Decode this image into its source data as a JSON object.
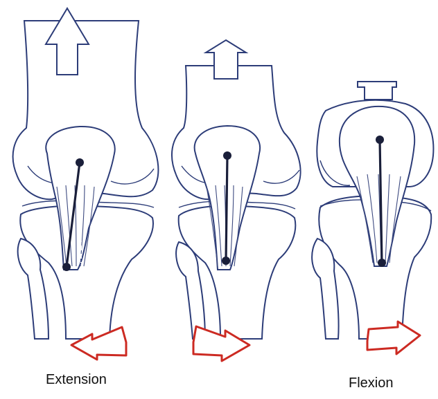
{
  "labels": {
    "left": "Extension",
    "right": "Flexion"
  },
  "colors": {
    "bone_outline": "#2c3c78",
    "bone_fill": "#ffffff",
    "ligament": "#3d4a80",
    "pivot_line": "#1a1f3a",
    "rotation_arrow": "#cc2a22"
  },
  "panels": [
    {
      "id": "extension",
      "top_arrow": "large-up-arrow",
      "rotation_arrow": "arrow-left",
      "ligament_line": "slanted",
      "ghost_line": "dashed"
    },
    {
      "id": "mid",
      "top_arrow": "small-up-arrow",
      "rotation_arrow": "arrow-right",
      "ligament_line": "vertical",
      "ghost_line": "dashed"
    },
    {
      "id": "flexion",
      "top_arrow": "stub-arrow",
      "rotation_arrow": "arrow-right",
      "ligament_line": "vertical",
      "ghost_line": "none"
    }
  ]
}
